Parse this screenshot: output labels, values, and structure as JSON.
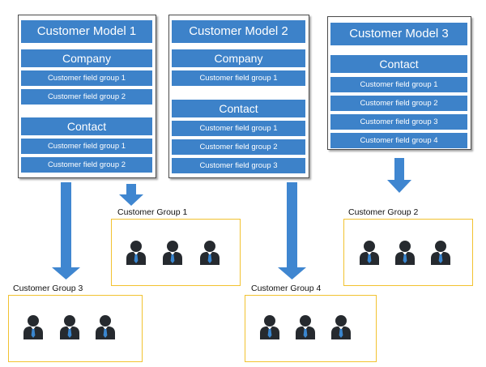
{
  "colors": {
    "bar_blue": "#3d82c9",
    "arrow_blue": "#3f86d0",
    "group_border": "#f2c230",
    "person_dark": "#262a2f",
    "tie_blue": "#3a86cf"
  },
  "models": [
    {
      "title": "Customer Model 1",
      "sections": [
        {
          "title": "Company",
          "fields": [
            "Customer field group 1",
            "Customer field group 2"
          ]
        },
        {
          "title": "Contact",
          "fields": [
            "Customer field group 1",
            "Customer field group 2"
          ]
        }
      ]
    },
    {
      "title": "Customer Model 2",
      "sections": [
        {
          "title": "Company",
          "fields": [
            "Customer field group 1"
          ]
        },
        {
          "title": "Contact",
          "fields": [
            "Customer field group 1",
            "Customer field group 2",
            "Customer field group 3"
          ]
        }
      ]
    },
    {
      "title": "Customer Model 3",
      "sections": [
        {
          "title": "Contact",
          "fields": [
            "Customer field group 1",
            "Customer field group 2",
            "Customer field group 3",
            "Customer field group 4"
          ]
        }
      ]
    }
  ],
  "groups": [
    {
      "label": "Customer Group 1",
      "icon": "person-icon",
      "people": 3
    },
    {
      "label": "Customer Group 2",
      "icon": "person-icon",
      "people": 3
    },
    {
      "label": "Customer Group 3",
      "icon": "person-icon",
      "people": 3
    },
    {
      "label": "Customer Group 4",
      "icon": "person-icon",
      "people": 3
    }
  ]
}
